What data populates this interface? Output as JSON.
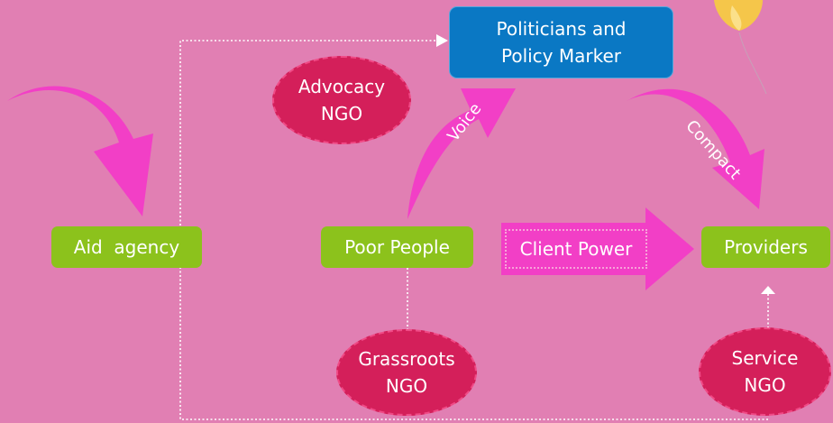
{
  "nodes": {
    "politicians": {
      "line1": "Politicians and",
      "line2": "Policy Marker"
    },
    "advocacy_ngo": {
      "line1": "Advocacy",
      "line2": "NGO"
    },
    "aid_agency": "Aid  agency",
    "poor_people": "Poor People",
    "providers": "Providers",
    "grassroots_ngo": {
      "line1": "Grassroots",
      "line2": "NGO"
    },
    "service_ngo": {
      "line1": "Service",
      "line2": "NGO"
    }
  },
  "arrows": {
    "voice": "Voice",
    "compact": "Compact",
    "client_power": "Client Power"
  },
  "colors": {
    "background": "#e17fb3",
    "arrow": "#f23fc6",
    "green_box": "#8cc21c",
    "blue_box": "#0a78c4",
    "ngo_ellipse": "#d41f5a"
  },
  "decorations": {
    "balloon": "balloon-icon"
  }
}
